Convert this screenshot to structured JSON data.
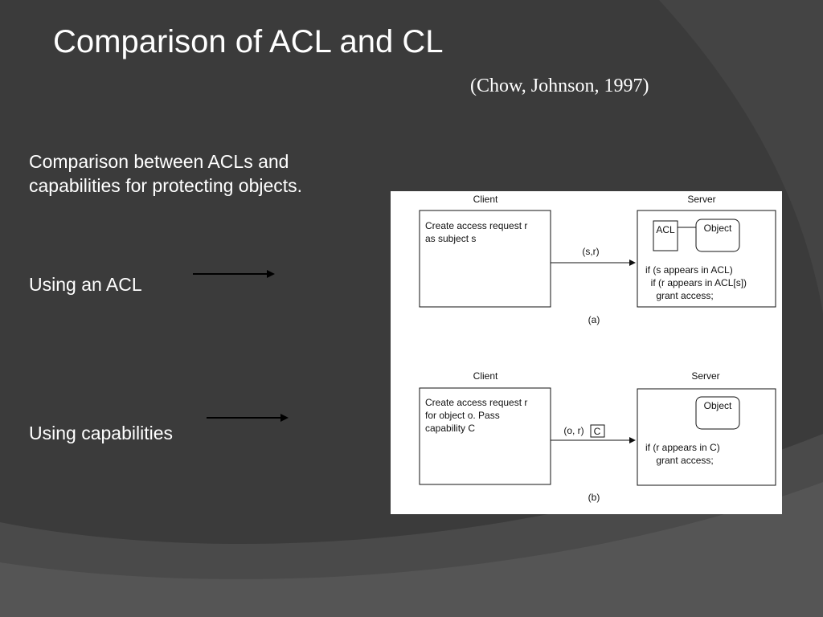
{
  "slide": {
    "title": "Comparison of ACL and CL",
    "citation": "(Chow, Johnson, 1997)",
    "intro": "Comparison between ACLs and capabilities for protecting objects.",
    "acl_label": "Using an ACL",
    "cap_label": "Using capabilities"
  },
  "figure": {
    "panel_a": {
      "client_header": "Client",
      "server_header": "Server",
      "client_lines": [
        "Create access request r",
        "as subject s"
      ],
      "message": "(s,r)",
      "acl_box": "ACL",
      "object_box": "Object",
      "server_lines": [
        "if (s appears in ACL)",
        "  if (r appears in ACL[s])",
        "    grant access;"
      ],
      "caption": "(a)"
    },
    "panel_b": {
      "client_header": "Client",
      "server_header": "Server",
      "client_lines": [
        "Create access request r",
        "for object o. Pass",
        "capability C"
      ],
      "message": "(o, r)",
      "capability_box": "C",
      "object_box": "Object",
      "server_lines": [
        "if (r appears in C)",
        "    grant access;"
      ],
      "caption": "(b)"
    }
  }
}
